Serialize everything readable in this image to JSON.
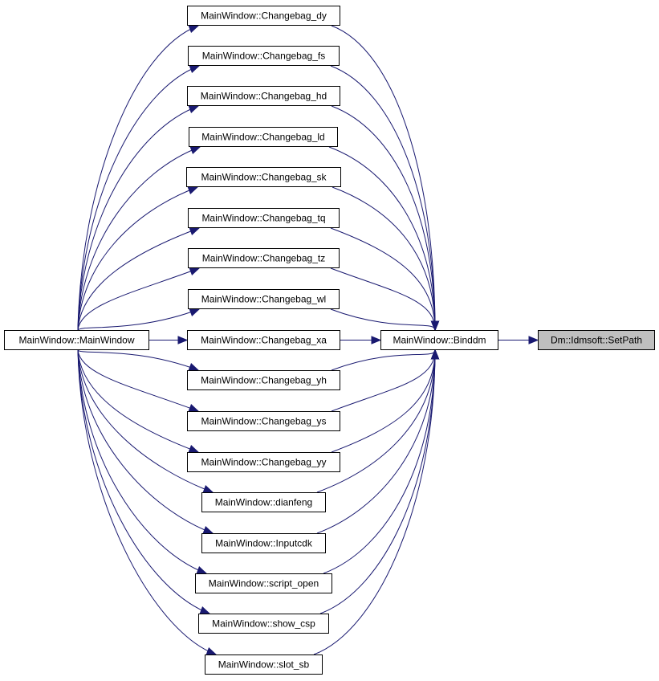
{
  "graph": {
    "edge_color": "#191970",
    "highlight_color": "#bfbfbf",
    "root": {
      "id": "mainwindow",
      "label": "MainWindow::MainWindow"
    },
    "hub": {
      "id": "binddm",
      "label": "MainWindow::Binddm"
    },
    "target": {
      "id": "setpath",
      "label": "Dm::Idmsoft::SetPath"
    },
    "middle": [
      {
        "id": "dy",
        "label": "MainWindow::Changebag_dy"
      },
      {
        "id": "fs",
        "label": "MainWindow::Changebag_fs"
      },
      {
        "id": "hd",
        "label": "MainWindow::Changebag_hd"
      },
      {
        "id": "ld",
        "label": "MainWindow::Changebag_ld"
      },
      {
        "id": "sk",
        "label": "MainWindow::Changebag_sk"
      },
      {
        "id": "tq",
        "label": "MainWindow::Changebag_tq"
      },
      {
        "id": "tz",
        "label": "MainWindow::Changebag_tz"
      },
      {
        "id": "wl",
        "label": "MainWindow::Changebag_wl"
      },
      {
        "id": "xa",
        "label": "MainWindow::Changebag_xa"
      },
      {
        "id": "yh",
        "label": "MainWindow::Changebag_yh"
      },
      {
        "id": "ys",
        "label": "MainWindow::Changebag_ys"
      },
      {
        "id": "yy",
        "label": "MainWindow::Changebag_yy"
      },
      {
        "id": "dianfeng",
        "label": "MainWindow::dianfeng"
      },
      {
        "id": "inputcdk",
        "label": "MainWindow::Inputcdk"
      },
      {
        "id": "script_open",
        "label": "MainWindow::script_open"
      },
      {
        "id": "show_csp",
        "label": "MainWindow::show_csp"
      },
      {
        "id": "slot_sb",
        "label": "MainWindow::slot_sb"
      }
    ]
  }
}
